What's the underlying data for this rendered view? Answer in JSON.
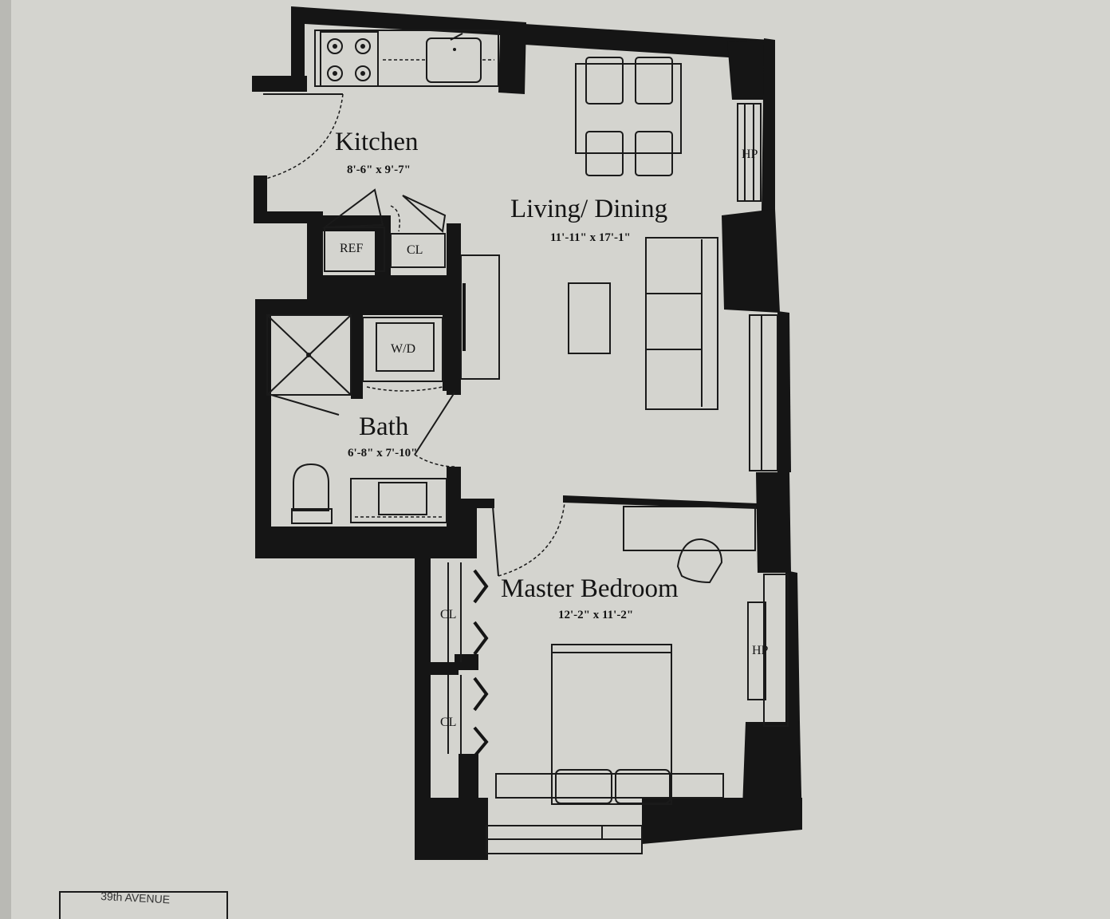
{
  "rooms": {
    "kitchen": {
      "name": "Kitchen",
      "dims": "8'-6\" x 9'-7\""
    },
    "living": {
      "name": "Living/ Dining",
      "dims": "11'-11\" x 17'-1\""
    },
    "bath": {
      "name": "Bath",
      "dims": "6'-8\" x 7'-10\""
    },
    "bedroom": {
      "name": "Master Bedroom",
      "dims": "12'-2\" x 11'-2\""
    }
  },
  "labels": {
    "ref": "REF",
    "closet": "CL",
    "washer_dryer": "W/D",
    "heat_pump": "HP"
  },
  "street": "39th AVENUE"
}
